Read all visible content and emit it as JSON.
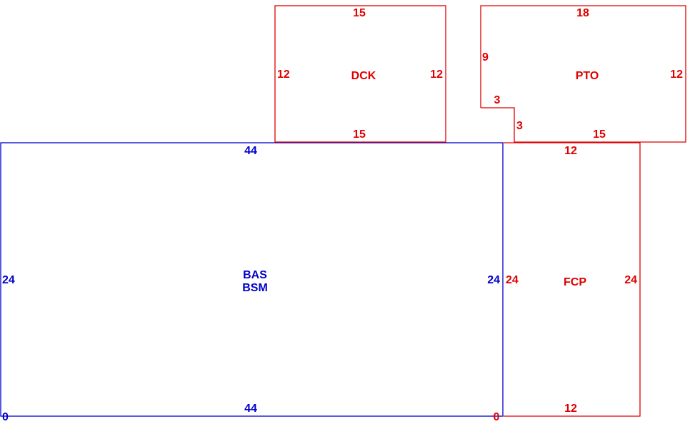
{
  "colors": {
    "base": "#0000cc",
    "addition": "#e00000"
  },
  "rooms": {
    "bas": {
      "name_line1": "BAS",
      "name_line2": "BSM",
      "top": "44",
      "bottom": "44",
      "left": "24",
      "right": "24",
      "origin_left": "0",
      "origin_right": "0"
    },
    "dck": {
      "name": "DCK",
      "top": "15",
      "bottom": "15",
      "left": "12",
      "right": "12"
    },
    "pto": {
      "name": "PTO",
      "top": "18",
      "right": "12",
      "bottom": "15",
      "left_upper": "9",
      "notch_horizontal": "3",
      "notch_vertical": "3"
    },
    "fcp": {
      "name": "FCP",
      "top": "12",
      "bottom": "12",
      "left": "24",
      "right": "24"
    }
  }
}
